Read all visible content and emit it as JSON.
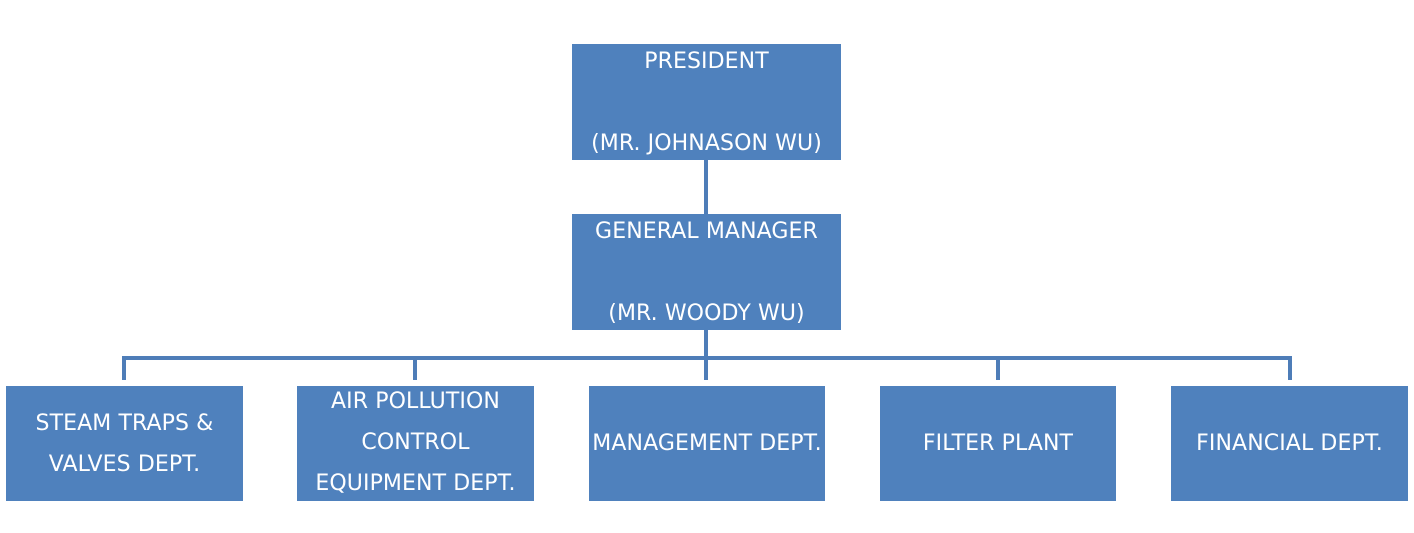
{
  "org_chart": {
    "president": {
      "title": "PRESIDENT",
      "name": "(MR. JOHNASON WU)"
    },
    "general_manager": {
      "title": "GENERAL MANAGER",
      "name": "(MR. WOODY WU)"
    },
    "departments": [
      {
        "label": "STEAM TRAPS &\nVALVES DEPT."
      },
      {
        "label": "AIR POLLUTION\nCONTROL\nEQUIPMENT DEPT."
      },
      {
        "label": "MANAGEMENT DEPT."
      },
      {
        "label": "FILTER PLANT"
      },
      {
        "label": "FINANCIAL DEPT."
      }
    ],
    "colors": {
      "box_fill": "#4f81bd",
      "connector": "#4e7db8",
      "text": "#ffffff"
    }
  }
}
